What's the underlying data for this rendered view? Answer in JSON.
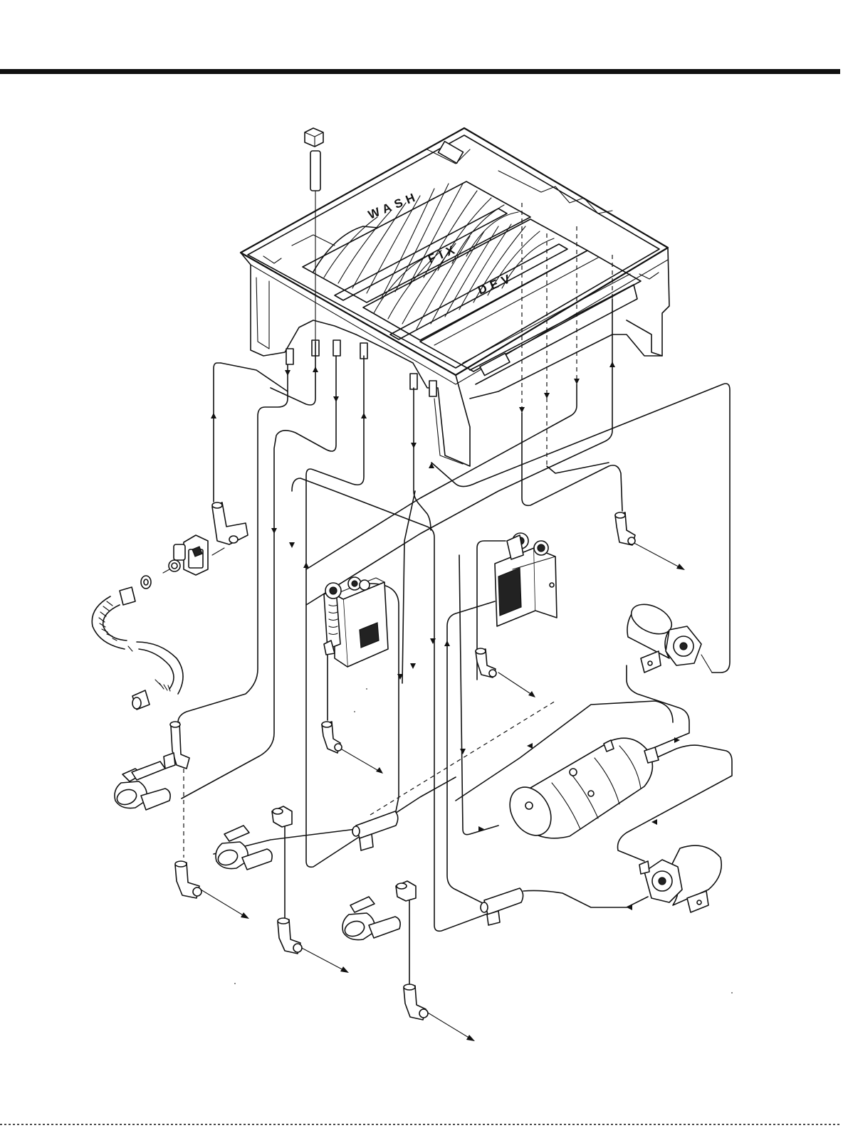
{
  "tank_labels": {
    "wash": "WASH",
    "fix": "FIX",
    "dev": "DEV"
  },
  "colors": {
    "ink": "#111111",
    "paper": "#ffffff"
  }
}
